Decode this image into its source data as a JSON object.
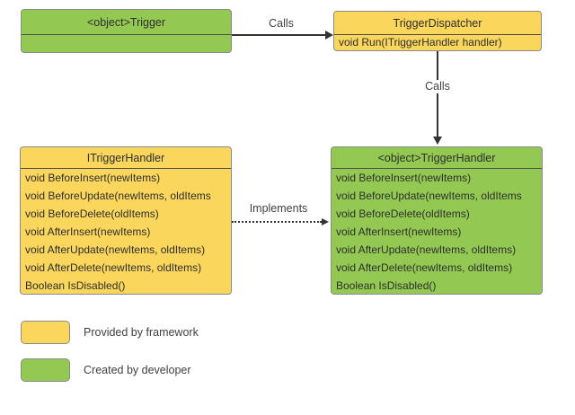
{
  "colors": {
    "yellow": "#FBD65C",
    "green": "#93C952",
    "box_border": "#8A8A8A",
    "separator": "#4D4D4D",
    "text": "#2E2E2E",
    "arrow": "#333333",
    "label_text": "#404040",
    "background": "#FFFFFF"
  },
  "boxes": {
    "trigger": {
      "title": "<object>Trigger"
    },
    "dispatcher": {
      "title": "TriggerDispatcher",
      "methods": [
        "void Run(ITriggerHandler handler)"
      ]
    },
    "interface": {
      "title": "ITriggerHandler",
      "methods": [
        "void BeforeInsert(newItems)",
        "void BeforeUpdate(newItems, oldItems",
        "void BeforeDelete(oldItems)",
        "void AfterInsert(newItems)",
        "void AfterUpdate(newItems, oldItems)",
        "void AfterDelete(newItems, oldItems)",
        "Boolean IsDisabled()"
      ]
    },
    "handler": {
      "title": "<object>TriggerHandler",
      "methods": [
        "void BeforeInsert(newItems)",
        "void BeforeUpdate(newItems, oldItems",
        "void BeforeDelete(oldItems)",
        "void AfterInsert(newItems)",
        "void AfterUpdate(newItems, oldItems)",
        "void AfterDelete(newItems, oldItems)",
        "Boolean IsDisabled()"
      ]
    }
  },
  "connectors": {
    "calls1": "Calls",
    "calls2": "Calls",
    "implements": "Implements"
  },
  "legend": [
    {
      "color": "yellow",
      "label": "Provided by framework"
    },
    {
      "color": "green",
      "label": "Created by developer"
    }
  ]
}
